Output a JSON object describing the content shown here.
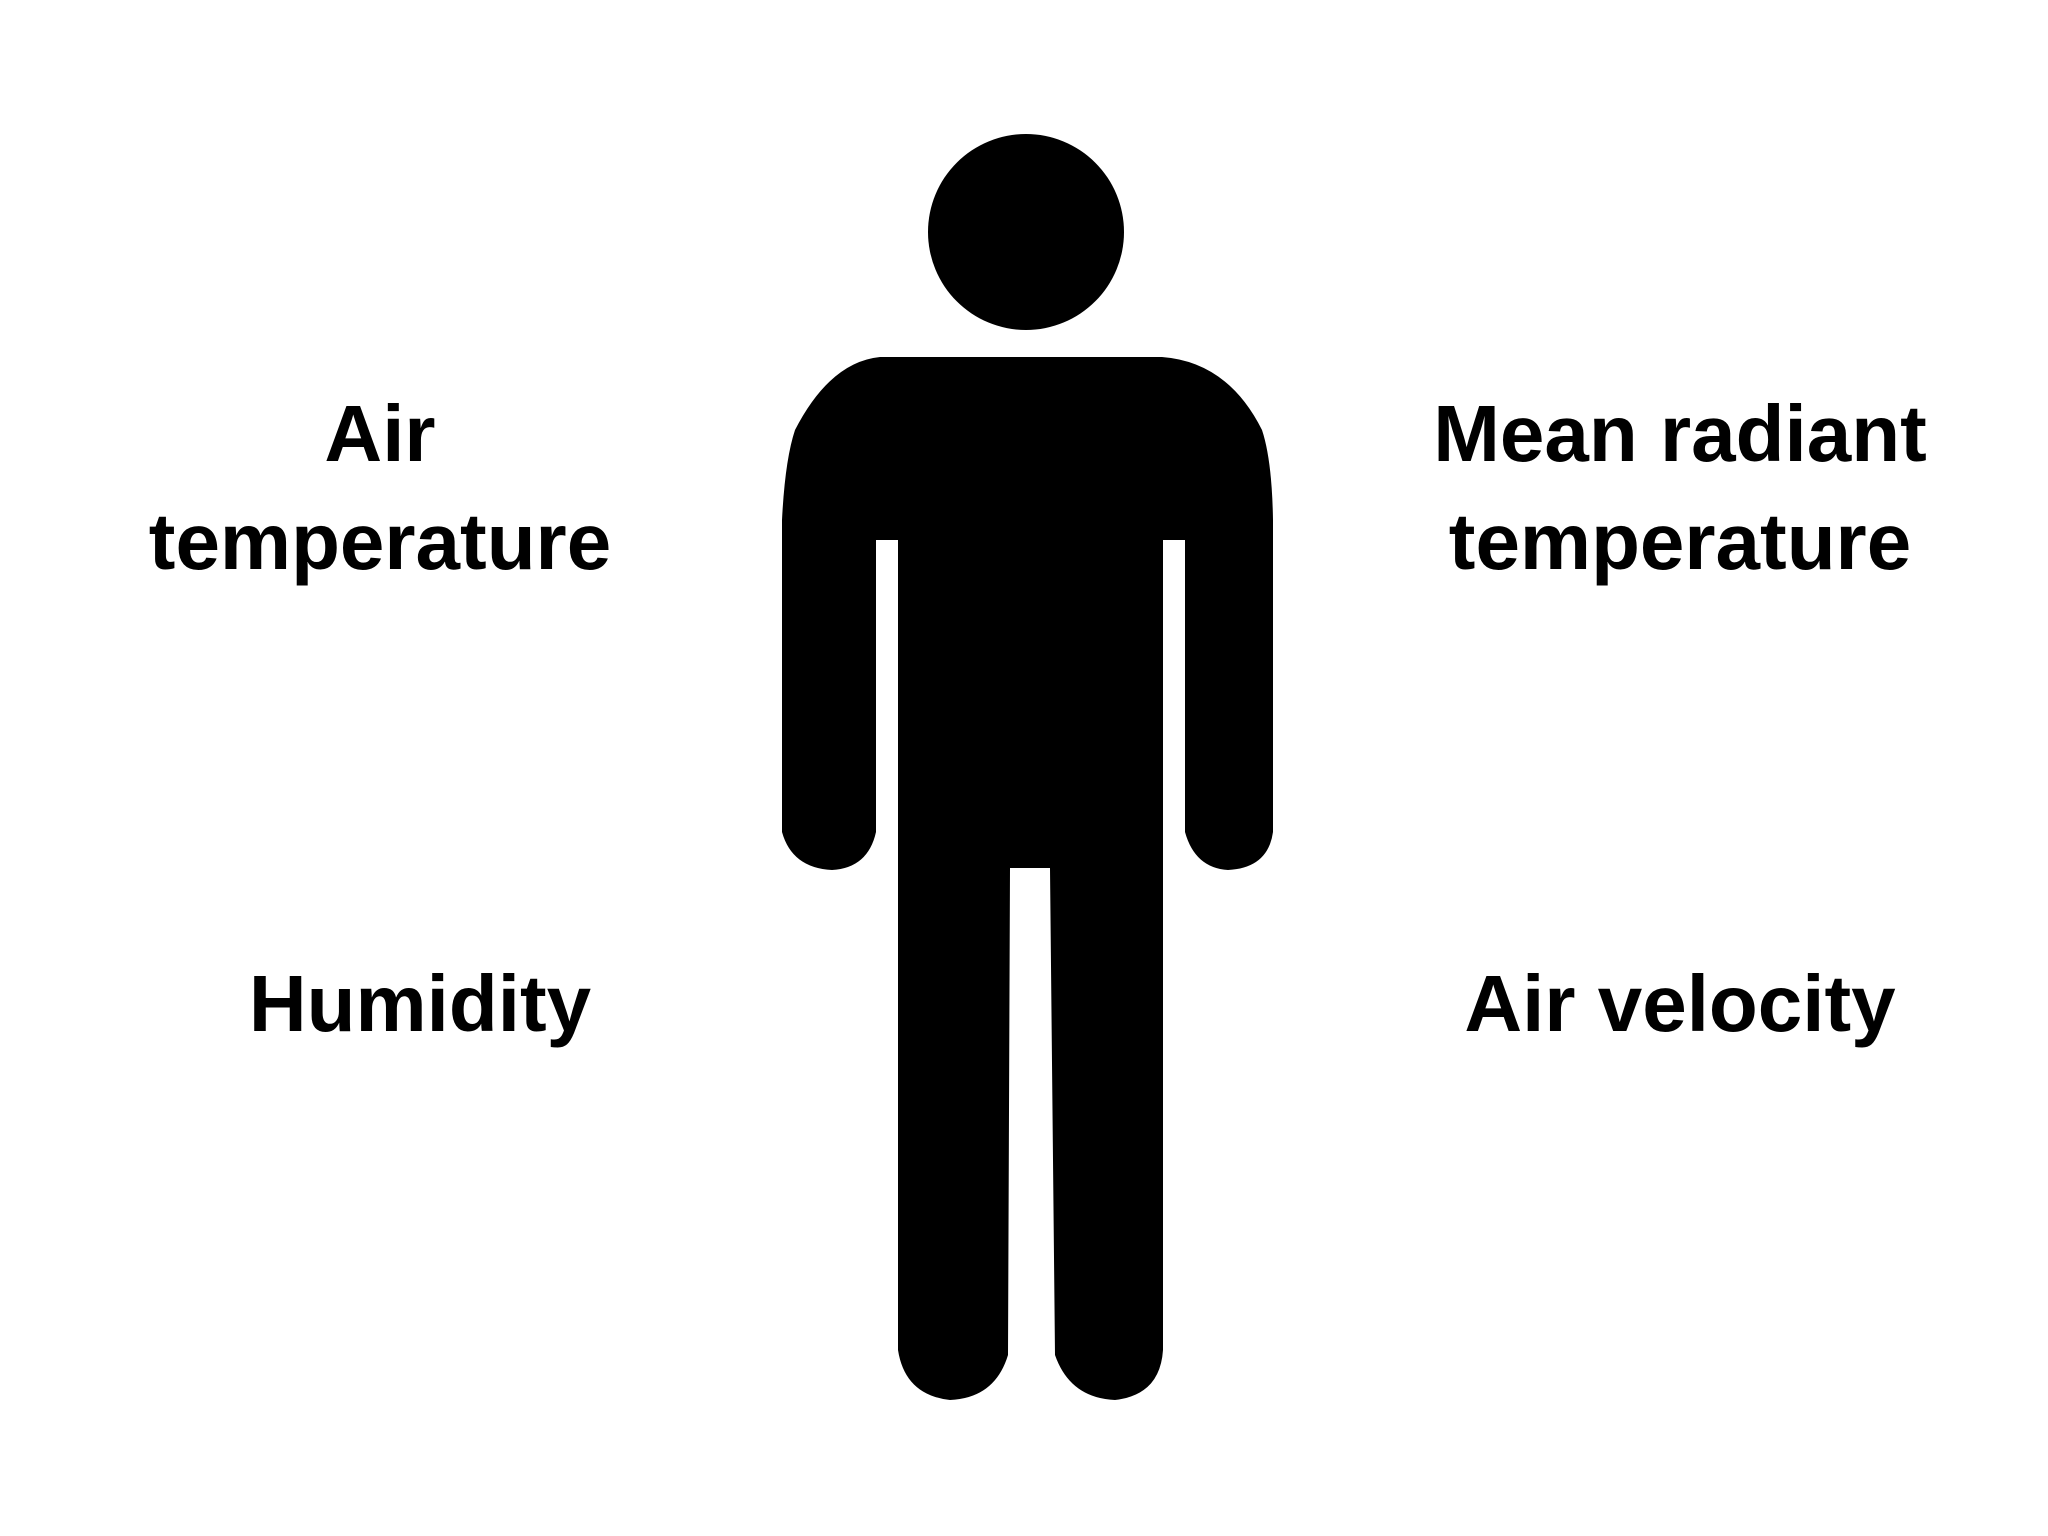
{
  "labels": {
    "air_temperature": {
      "line1": "Air",
      "line2": "temperature"
    },
    "mean_radiant_temperature": {
      "line1": "Mean radiant",
      "line2": "temperature"
    },
    "humidity": "Humidity",
    "air_velocity": "Air velocity"
  },
  "figure": {
    "icon": "standing-person-icon",
    "fill": "#000000"
  },
  "colors": {
    "background": "#ffffff",
    "text": "#000000"
  }
}
